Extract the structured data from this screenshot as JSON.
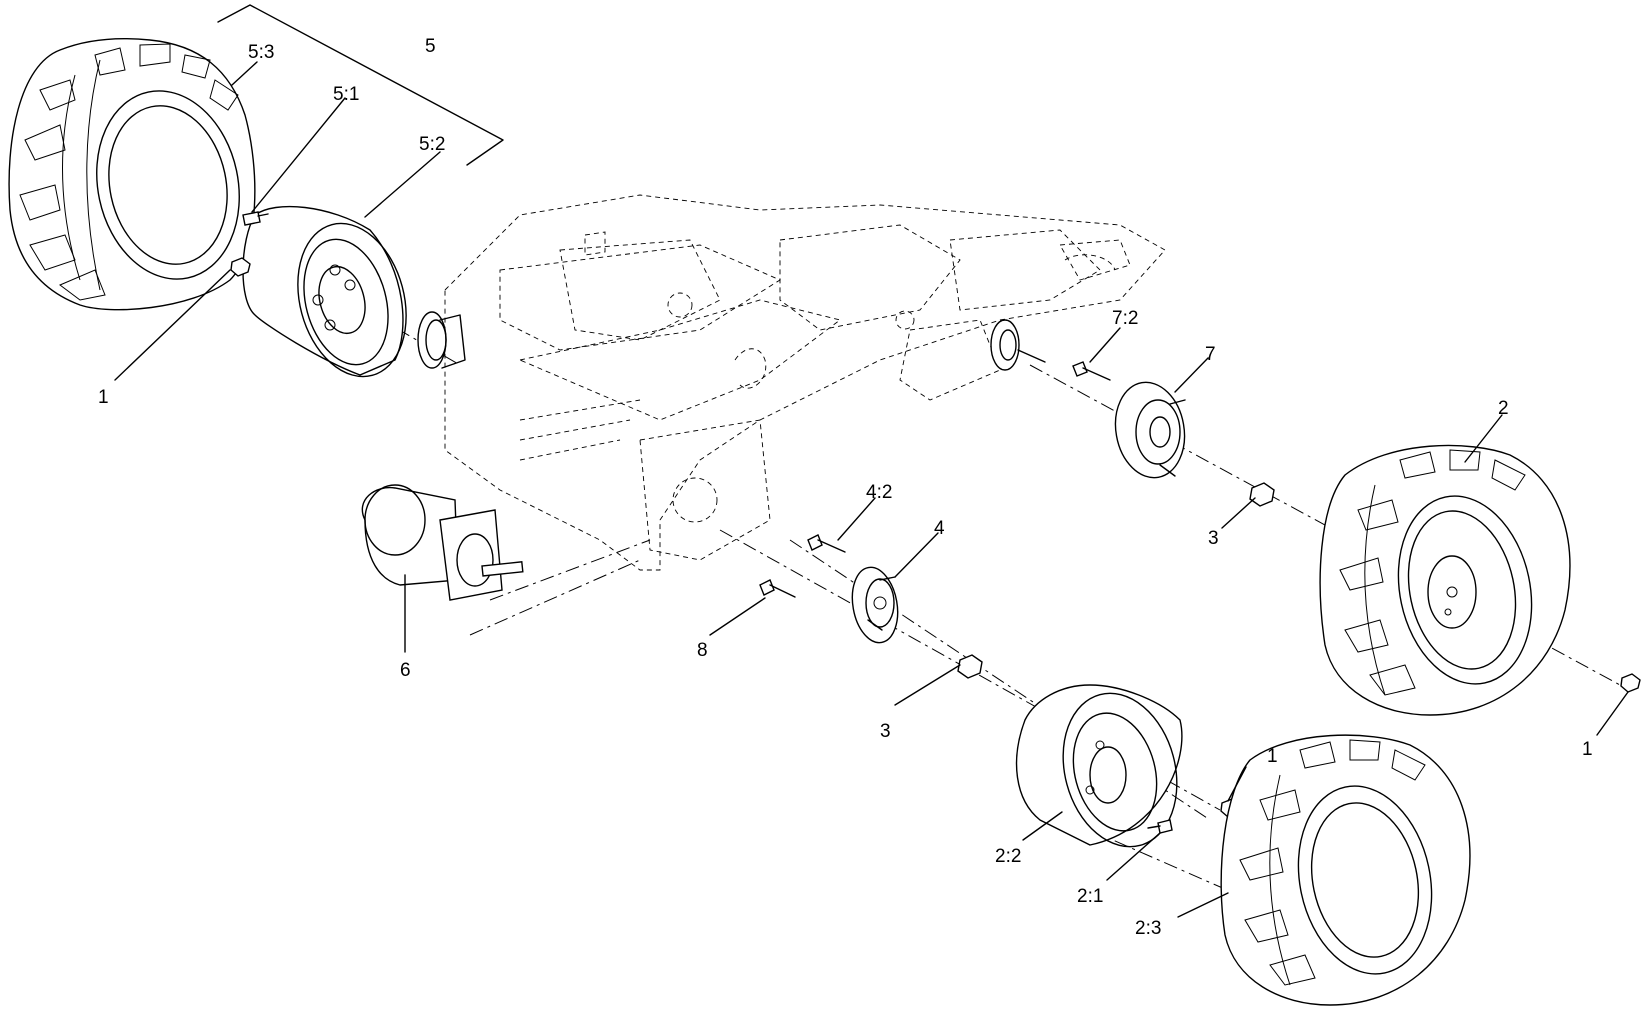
{
  "callouts": {
    "c1_left": "1",
    "c5_3": "5:3",
    "c5": "5",
    "c5_1": "5:1",
    "c5_2": "5:2",
    "c6": "6",
    "c8": "8",
    "c4_2": "4:2",
    "c4": "4",
    "c3_mid": "3",
    "c7_2": "7:2",
    "c7": "7",
    "c3_right": "3",
    "c2": "2",
    "c1_right": "1",
    "c1_mid": "1",
    "c2_2": "2:2",
    "c2_1": "2:1",
    "c2_3": "2:3"
  }
}
